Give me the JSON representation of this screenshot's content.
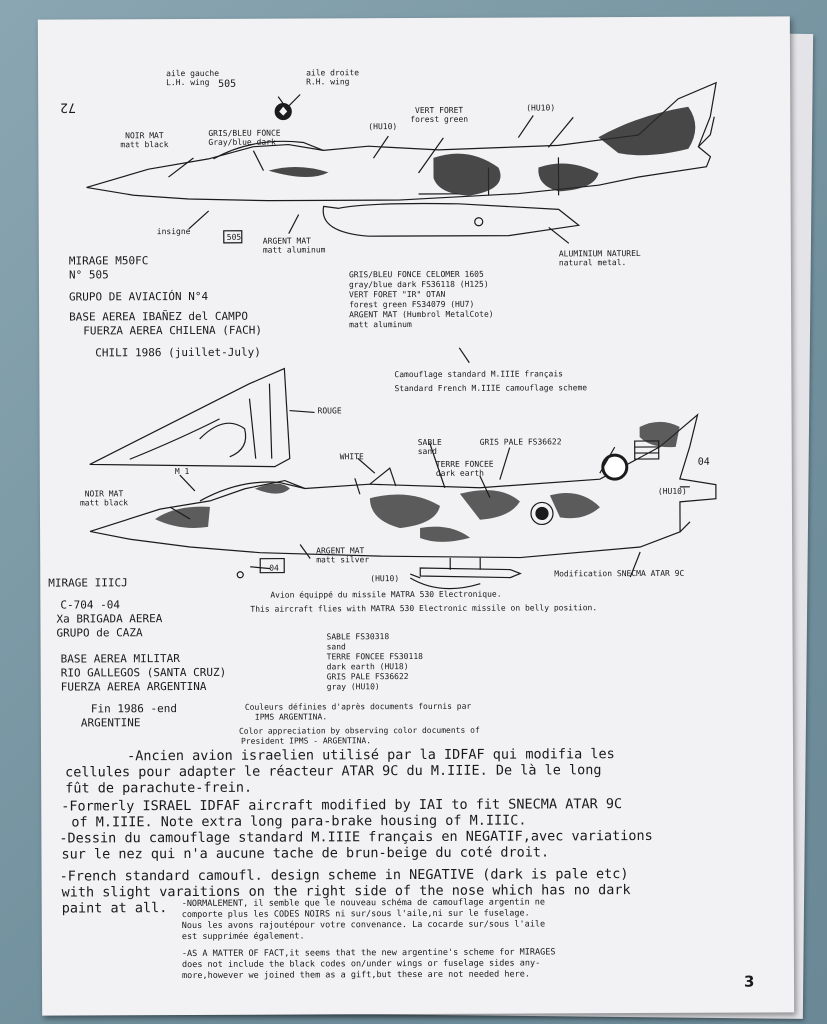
{
  "page": {
    "number_top": "72",
    "number_bottom": "3"
  },
  "top": {
    "left_wing": "aile gauche\nL.H. wing",
    "right_wing": "aile droite\nR.H. wing",
    "code_505": "505",
    "noir_mat": "NOIR MAT\nmatt black",
    "gris_bleu": "GRIS/BLEU FONCE\nGray/blue dark",
    "hu10_a": "(HU10)",
    "vert_foret": "VERT FORET\nforest green",
    "hu10_b": "(HU10)",
    "insigne": "insigne",
    "box_505": "505",
    "argent": "ARGENT MAT\nmatt aluminum",
    "aluminium": "ALUMINIUM NATUREL\nnatural metal.",
    "title1": "MIRAGE M50FC",
    "title2": "N° 505",
    "title3": "GRUPO DE AVIACIÓN N°4",
    "title4": "BASE AEREA  IBAÑEZ del CAMPO",
    "title5": "FUERZA AEREA CHILENA    (FACH)",
    "title6": "CHILI  1986 (juillet-July)",
    "legend1": "GRIS/BLEU FONCE  CELOMER 1605",
    "legend2": "gray/blue dark  FS36118   (H125)",
    "legend3": "VERT FORET \"IR\" OTAN",
    "legend4": "forest green   FS34079    (HU7)",
    "legend5": "ARGENT MAT      (Humbrol MetalCote)",
    "legend6": "matt aluminum",
    "camo1": "Camouflage standard  M.IIIE français",
    "camo2": "Standard French M.IIIE camouflage scheme"
  },
  "bottom": {
    "rouge": "ROUGE",
    "white": "WHITE",
    "sable": "SABLE\nsand",
    "gris_pale": "GRIS PALE   FS36622",
    "terre": "TERRE FONCEE\ndark earth",
    "hu10": "(HU10)",
    "code_04": "04",
    "m1": "M 1",
    "noir_mat": "NOIR MAT\nmatt black",
    "argent": "ARGENT MAT\nmatt silver",
    "box_04": "04",
    "hu10_b": "(HU10)",
    "modif": "Modification SNECMA ATAR 9C",
    "title1": "MIRAGE IIICJ",
    "title2": "C-704    -04",
    "title3": "Xa BRIGADA AEREA",
    "title4": "GRUPO de CAZA",
    "title5": "BASE AEREA MILITAR",
    "title6": "RIO GALLEGOS   (SANTA CRUZ)",
    "title7": "FUERZA AEREA ARGENTINA",
    "title8": "Fin 1986 -end",
    "title9": "ARGENTINE",
    "missile_fr": "Avion équippé du missile MATRA 530 Electronique.",
    "missile_en": "This aircraft flies with MATRA 530 Electronic missile on belly position.",
    "leg1": "SABLE  FS30318",
    "leg2": "sand",
    "leg3": "TERRE FONCEE   FS30118",
    "leg4": "dark earth      (HU18)",
    "leg5": "GRIS PALE   FS36622",
    "leg6": "gray          (HU10)",
    "src1": "Couleurs définies d'après documents fournis par",
    "src2": "IPMS ARGENTINA.",
    "src3": "Color appreciation by observing color documents of",
    "src4": "President IPMS - ARGENTINA."
  },
  "text": {
    "p1a": "-Ancien avion israelien utilisé par la IDFAF qui modifia les",
    "p1b": "cellules pour adapter le réacteur ATAR 9C du M.IIIE. De là le long",
    "p1c": "fût de parachute-frein.",
    "p2a": "-Formerly ISRAEL IDFAF aircraft modified by IAI to fit SNECMA ATAR 9C",
    "p2b": "of M.IIIE. Note extra long para-brake  housing of M.IIIC.",
    "p3a": "-Dessin du camouflage standard M.IIIE français en  NEGATIF,avec variations",
    "p3b": "sur le nez qui n'a aucune tache de brun-beige du coté droit.",
    "p4a": "-French standard camoufl. design scheme in NEGATIVE (dark is pale etc)",
    "p4b": "with slight varaitions on the right side of the nose which has no dark",
    "p4c": "paint at all.",
    "n1a": "-NORMALEMENT, il semble que le nouveau schéma de camouflage argentin ne",
    "n1b": "comporte plus les CODES NOIRS ni sur/sous l'aile,ni sur le fuselage.",
    "n1c": "Nous les avons rajoutépour votre convenance. La cocarde sur/sous l'aile",
    "n1d": "est supprimée également.",
    "n2a": "-AS A MATTER OF FACT,it seems that the new argentine's scheme for MIRAGES",
    "n2b": "does not include the black codes on/under wings or fuselage sides any-",
    "n2c": "more,however we joined them as a gift,but these are not needed here."
  }
}
